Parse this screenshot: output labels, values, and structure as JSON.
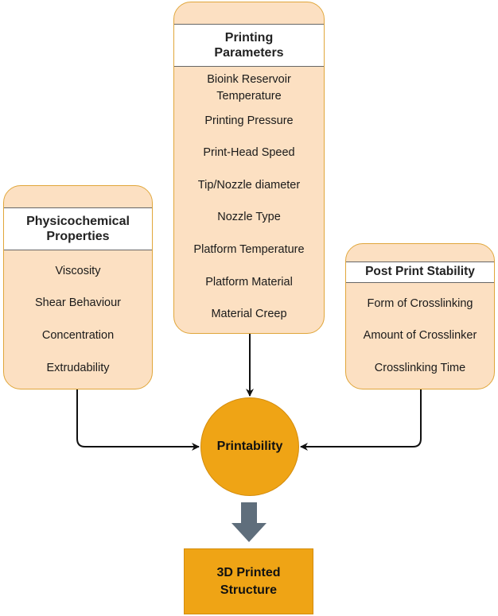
{
  "boxes": {
    "printing_parameters": {
      "title_line1": "Printing",
      "title_line2": "Parameters",
      "items": [
        "Bioink Reservoir",
        "Temperature",
        "Printing Pressure",
        "Print-Head Speed",
        "Tip/Nozzle diameter",
        "Nozzle Type",
        "Platform Temperature",
        "Platform Material",
        "Material Creep"
      ]
    },
    "physicochemical_properties": {
      "title_line1": "Physicochemical",
      "title_line2": "Properties",
      "items": [
        "Viscosity",
        "Shear Behaviour",
        "Concentration",
        "Extrudability"
      ]
    },
    "post_print_stability": {
      "title": "Post Print Stability",
      "items": [
        "Form of Crosslinking",
        "Amount of Crosslinker",
        "Crosslinking Time"
      ]
    }
  },
  "center": {
    "label": "Printability"
  },
  "output": {
    "line1": "3D Printed",
    "line2": "Structure"
  },
  "colors": {
    "box_fill": "#fce0c2",
    "box_border": "#e0a63a",
    "node_fill": "#efa415",
    "arrow_block": "#5f6e7c"
  }
}
